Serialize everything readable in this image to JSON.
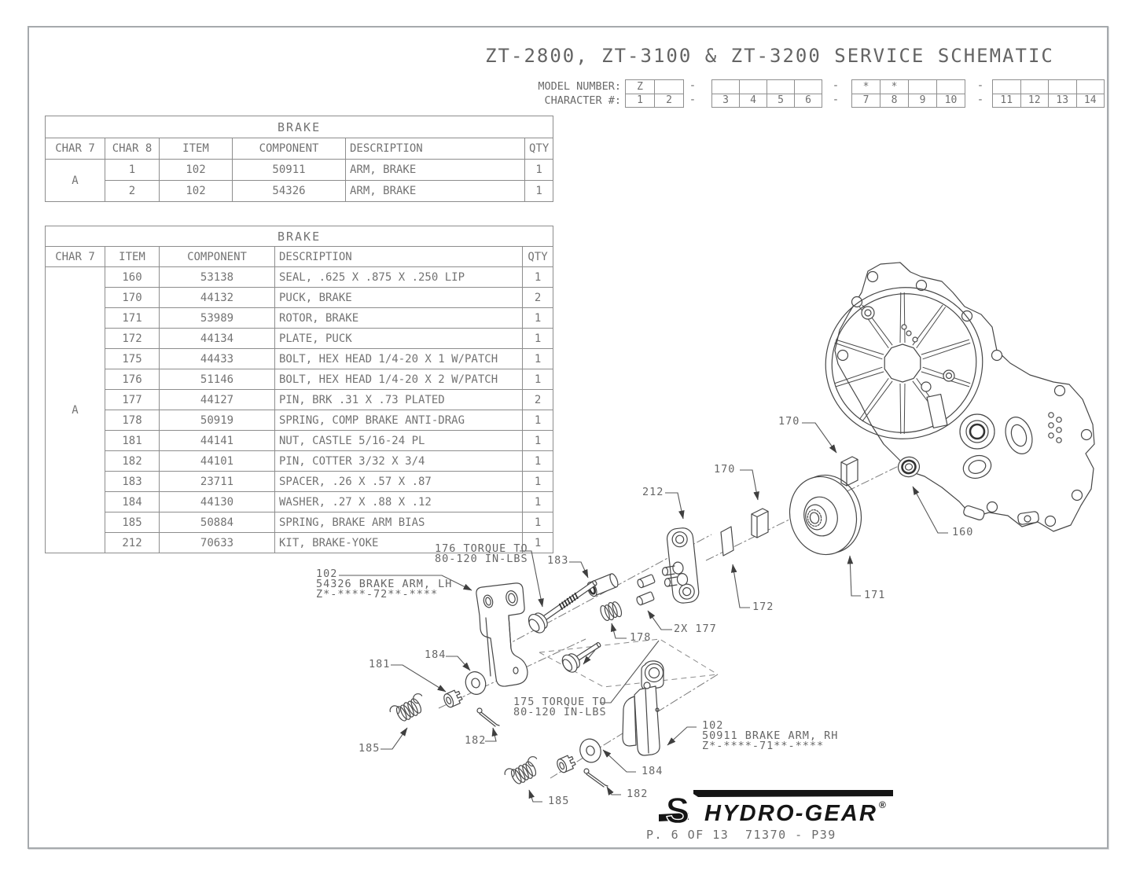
{
  "page": {
    "title": "ZT-2800, ZT-3100 & ZT-3200 SERVICE SCHEMATIC",
    "footer": {
      "brand": "HYDRO-GEAR",
      "registered": "®",
      "logo_mark": "S",
      "page_label": "P. 6 OF 13",
      "doc_number": "71370 - P39"
    },
    "colors": {
      "line": "#474747",
      "text": "#6a6a6a",
      "logo": "#151515",
      "table_border": "#8d8d8d"
    }
  },
  "model_number": {
    "label_model": "MODEL NUMBER:",
    "label_character": "CHARACTER #:",
    "separator": "-",
    "groups": [
      {
        "model": [
          "Z",
          ""
        ],
        "chars": [
          "1",
          "2"
        ]
      },
      {
        "model": [
          "",
          "",
          "",
          ""
        ],
        "chars": [
          "3",
          "4",
          "5",
          "6"
        ]
      },
      {
        "model": [
          "*",
          "*",
          "",
          ""
        ],
        "chars": [
          "7",
          "8",
          "9",
          "10"
        ]
      },
      {
        "model": [
          "",
          "",
          "",
          ""
        ],
        "chars": [
          "11",
          "12",
          "13",
          "14"
        ]
      }
    ]
  },
  "tables": [
    {
      "title": "BRAKE",
      "columns": [
        "CHAR 7",
        "CHAR 8",
        "ITEM",
        "COMPONENT",
        "DESCRIPTION",
        "QTY"
      ],
      "char7": "A",
      "rows": [
        [
          "1",
          "102",
          "50911",
          "ARM, BRAKE",
          "1"
        ],
        [
          "2",
          "102",
          "54326",
          "ARM, BRAKE",
          "1"
        ]
      ]
    },
    {
      "title": "BRAKE",
      "columns": [
        "CHAR 7",
        "ITEM",
        "COMPONENT",
        "DESCRIPTION",
        "QTY"
      ],
      "char7": "A",
      "rows": [
        [
          "160",
          "53138",
          "SEAL, .625 X .875 X .250 LIP",
          "1"
        ],
        [
          "170",
          "44132",
          "PUCK, BRAKE",
          "2"
        ],
        [
          "171",
          "53989",
          "ROTOR, BRAKE",
          "1"
        ],
        [
          "172",
          "44134",
          "PLATE, PUCK",
          "1"
        ],
        [
          "175",
          "44433",
          "BOLT, HEX HEAD 1/4-20 X 1 W/PATCH",
          "1"
        ],
        [
          "176",
          "51146",
          "BOLT, HEX HEAD 1/4-20 X 2 W/PATCH",
          "1"
        ],
        [
          "177",
          "44127",
          "PIN, BRK .31 X .73 PLATED",
          "2"
        ],
        [
          "178",
          "50919",
          "SPRING, COMP BRAKE ANTI-DRAG",
          "1"
        ],
        [
          "181",
          "44141",
          "NUT, CASTLE 5/16-24 PL",
          "1"
        ],
        [
          "182",
          "44101",
          "PIN, COTTER 3/32 X 3/4",
          "1"
        ],
        [
          "183",
          "23711",
          "SPACER, .26 X .57 X .87",
          "1"
        ],
        [
          "184",
          "44130",
          "WASHER, .27 X .88 X .12",
          "1"
        ],
        [
          "185",
          "50884",
          "SPRING, BRAKE ARM BIAS",
          "1"
        ],
        [
          "212",
          "70633",
          "KIT, BRAKE-YOKE",
          "1"
        ]
      ]
    }
  ],
  "diagram": {
    "callouts": [
      {
        "lines": [
          "170"
        ]
      },
      {
        "lines": [
          "170"
        ]
      },
      {
        "lines": [
          "212"
        ]
      },
      {
        "lines": [
          "160"
        ]
      },
      {
        "lines": [
          "171"
        ]
      },
      {
        "lines": [
          "172"
        ]
      },
      {
        "lines": [
          "183"
        ]
      },
      {
        "lines": [
          "176 TORQUE TO",
          "80-120 IN-LBS"
        ]
      },
      {
        "lines": [
          "102",
          "54326 BRAKE ARM, LH",
          "Z*-****-72**-****"
        ]
      },
      {
        "lines": [
          "2X 177"
        ]
      },
      {
        "lines": [
          "178"
        ]
      },
      {
        "lines": [
          "175 TORQUE TO",
          "80-120 IN-LBS"
        ]
      },
      {
        "lines": [
          "184"
        ]
      },
      {
        "lines": [
          "181"
        ]
      },
      {
        "lines": [
          "182"
        ]
      },
      {
        "lines": [
          "185"
        ]
      },
      {
        "lines": [
          "102",
          "50911 BRAKE ARM, RH",
          "Z*-****-71**-****"
        ]
      },
      {
        "lines": [
          "184"
        ]
      },
      {
        "lines": [
          "182"
        ]
      },
      {
        "lines": [
          "185"
        ]
      }
    ]
  }
}
